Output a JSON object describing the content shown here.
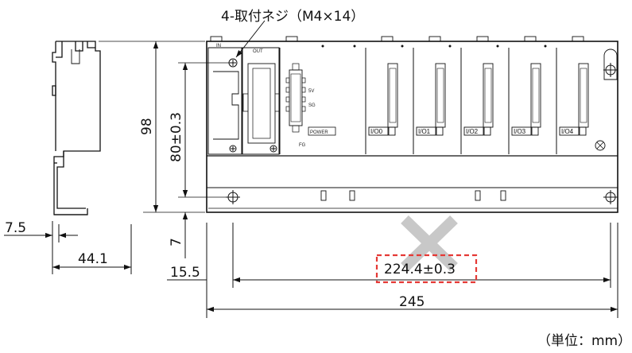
{
  "callout": "4-取付ネジ（M4×14）",
  "unit_note": "（単位：mm）",
  "dimensions": {
    "height_total": "98",
    "mount_pitch_v": "80±0.3",
    "bottom_offset": "7",
    "side_offset": "7.5",
    "depth": "44.1",
    "left_offset": "15.5",
    "mount_pitch_h": "224.4±0.3",
    "width_total": "245"
  },
  "panel_labels": {
    "in": "IN",
    "out": "OUT",
    "v5": "5V",
    "sg": "SG",
    "fg": "FG",
    "power": "POWER",
    "io": [
      "I/O0",
      "I/O1",
      "I/O2",
      "I/O3",
      "I/O4"
    ]
  },
  "highlight_color": "#e53935",
  "cross_color": "#c8c8c8"
}
